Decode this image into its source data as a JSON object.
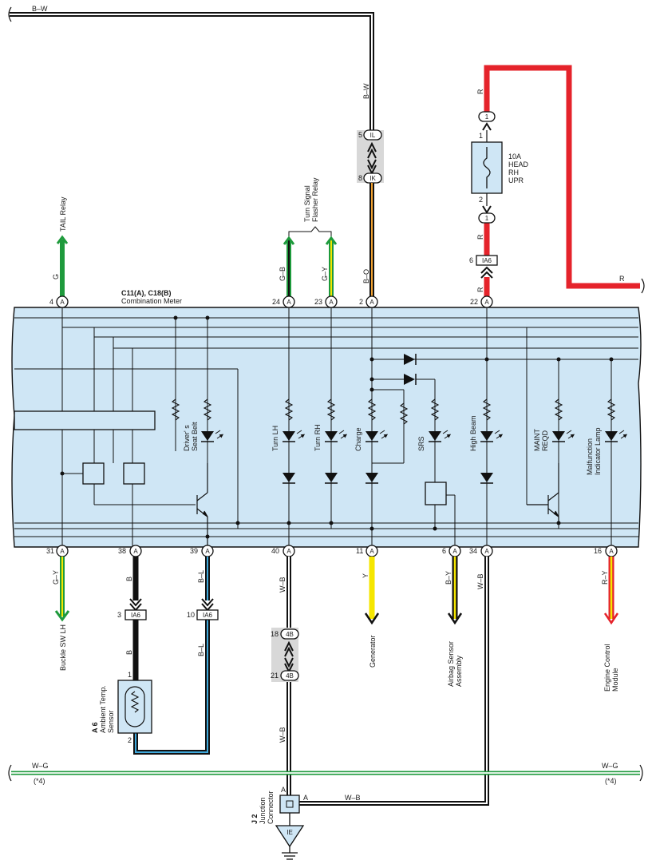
{
  "colors": {
    "meter_fill": "#cfe6f5",
    "red": "#e5232b",
    "green": "#1e9a3c",
    "yellow": "#f5e600",
    "blue": "#3fa9dc",
    "orange": "#f0a030",
    "gray_box": "#d8d8d8"
  },
  "wires_top": {
    "bw_top": "B–W",
    "bw_vert": "B–W",
    "r_top": "R",
    "r_right": "R",
    "r_mid": "R",
    "r_low": "R",
    "g_tail": "G",
    "gb": "G–B",
    "gy": "G–Y",
    "bo": "B–O"
  },
  "components_top": {
    "tail_relay": "TAIL Relay",
    "flasher_line1": "Turn Signal",
    "flasher_line2": "Flasher Relay",
    "fuse_l1": "10A",
    "fuse_l2": "HEAD",
    "fuse_l3": "RH",
    "fuse_l4": "UPR",
    "conn_il": "IL",
    "conn_ik": "IK",
    "conn_il_pin": "5",
    "conn_ik_pin": "8",
    "fuse_conn_a": "1",
    "fuse_conn_b": "1",
    "fuse_pin_1": "1",
    "fuse_pin_2": "2",
    "ia6_top": "IA6",
    "ia6_top_pin": "6"
  },
  "meter": {
    "title_line1": "C11(A), C18(B)",
    "title_line2": "Combination Meter",
    "top_pins": [
      {
        "num": "4",
        "letter": "A"
      },
      {
        "num": "24",
        "letter": "A"
      },
      {
        "num": "23",
        "letter": "A"
      },
      {
        "num": "2",
        "letter": "A"
      },
      {
        "num": "22",
        "letter": "A"
      }
    ],
    "bottom_pins": [
      {
        "num": "31",
        "letter": "A"
      },
      {
        "num": "38",
        "letter": "A"
      },
      {
        "num": "39",
        "letter": "A"
      },
      {
        "num": "40",
        "letter": "A"
      },
      {
        "num": "11",
        "letter": "A"
      },
      {
        "num": "6",
        "letter": "A"
      },
      {
        "num": "34",
        "letter": "A"
      },
      {
        "num": "16",
        "letter": "A"
      }
    ],
    "lamps": {
      "seat_belt_1": "Driver' s",
      "seat_belt_2": "Seat Belt",
      "turn_lh": "Turn LH",
      "turn_rh": "Turn RH",
      "charge": "Charge",
      "srs": "SRS",
      "high_beam": "High Beam",
      "maint_1": "MAINT",
      "maint_2": "REQD",
      "mil_1": "Malfunction",
      "mil_2": "Indicator Lamp"
    }
  },
  "wires_bottom": {
    "gy": "G–Y",
    "b1": "B",
    "b2": "B",
    "bl1": "B–L",
    "bl2": "B–L",
    "wb1": "W–B",
    "wb2": "W–B",
    "wb3": "W–B",
    "wb_horiz": "W–B",
    "y": "Y",
    "by": "B–Y",
    "ry": "R–Y",
    "wg_left": "W–G",
    "wg_right": "W–G",
    "ref_left": "(*4)",
    "ref_right": "(*4)"
  },
  "destinations": {
    "buckle": "Buckle SW LH",
    "generator": "Generator",
    "airbag_1": "Airbag Sensor",
    "airbag_2": "Assembly",
    "ecm_1": "Engine Control",
    "ecm_2": "Module"
  },
  "components_bottom": {
    "ia6_a": "IA6",
    "ia6_a_pin": "3",
    "ia6_b": "IA6",
    "ia6_b_pin": "10",
    "conn_4b_a": "4B",
    "conn_4b_a_pin": "18",
    "conn_4b_b": "4B",
    "conn_4b_b_pin": "21",
    "sensor_id": "A 6",
    "sensor_1": "Ambient Temp.",
    "sensor_2": "Sensor",
    "sensor_pin_1": "1",
    "sensor_pin_2": "2",
    "jc_id": "J 2",
    "jc_1": "Junction",
    "jc_2": "Connector",
    "jc_pin_top": "A",
    "jc_pin_right": "A",
    "ground": "IE"
  }
}
